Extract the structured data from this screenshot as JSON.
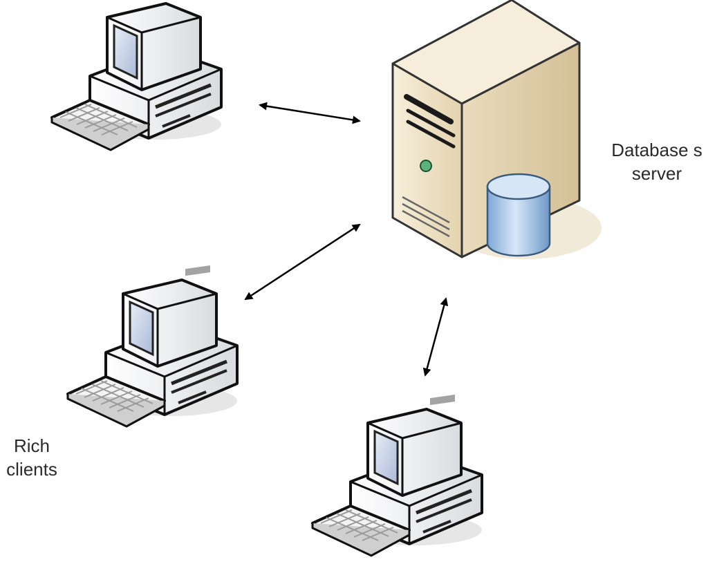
{
  "server": {
    "label_line1": "Database s",
    "label_line2": "server",
    "cylinder_color": "#9cc3ea"
  },
  "clients": {
    "label_line1": "Rich",
    "label_line2": "clients",
    "count": 3
  },
  "connections": [
    {
      "from": "client-1",
      "to": "server",
      "direction": "bidirectional"
    },
    {
      "from": "client-2",
      "to": "server",
      "direction": "bidirectional"
    },
    {
      "from": "client-3",
      "to": "server",
      "direction": "bidirectional"
    }
  ],
  "colors": {
    "server_body": "#efe3c6",
    "monitor_screen": "#c9d6ec",
    "computer_body": "#eef0f1",
    "arrow": "#000000"
  }
}
